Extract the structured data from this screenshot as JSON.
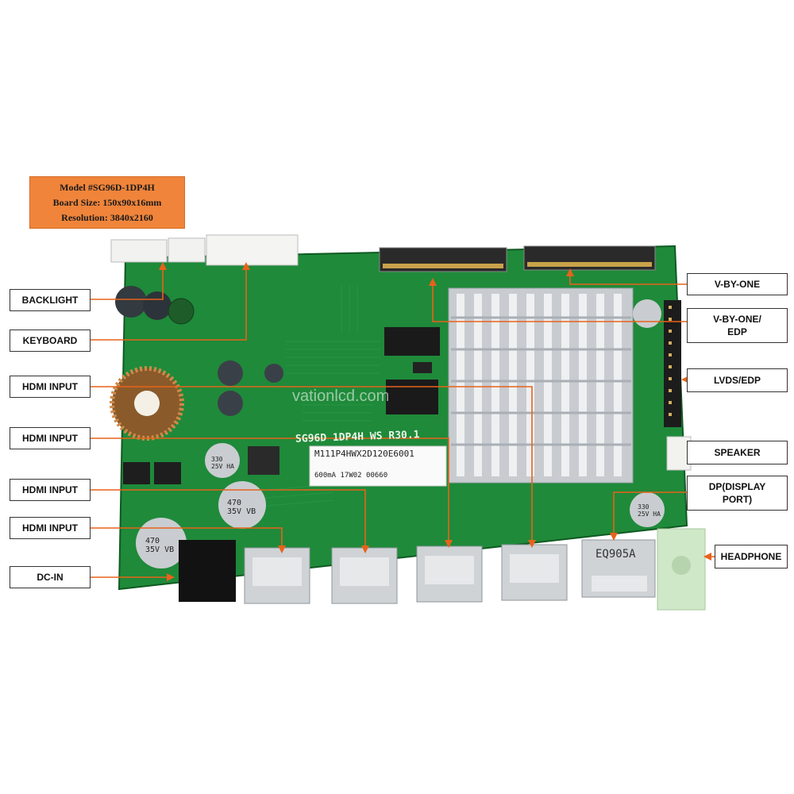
{
  "info_box": {
    "model": "Model #SG96D-1DP4H",
    "board_size": "Board Size: 150x90x16mm",
    "resolution": "Resolution: 3840x2160"
  },
  "labels": {
    "backlight": "BACKLIGHT",
    "keyboard": "KEYBOARD",
    "hdmi_1": "HDMI INPUT",
    "hdmi_2": "HDMI INPUT",
    "hdmi_3": "HDMI INPUT",
    "hdmi_4": "HDMI INPUT",
    "dc_in": "DC-IN",
    "v_by_one": "V-BY-ONE",
    "v_by_one_edp_line1": "V-BY-ONE/",
    "v_by_one_edp_line2": "EDP",
    "lvds_edp": "LVDS/EDP",
    "speaker": "SPEAKER",
    "dp_line1": "DP(DISPLAY",
    "dp_line2": "PORT)",
    "headphone": "HEADPHONE"
  },
  "board_text": {
    "silkscreen": "SG96D 1DP4H WS R30.1",
    "sticker_1": "M111P4HWX2D120E6001",
    "sticker_2": "600mA 17W02 00660",
    "watermark": "vationlcd.com",
    "dp_chip": "EQ905A",
    "cap_1": "470 35V VB",
    "cap_2": "470 35V VB",
    "cap_3": "330 25V HA",
    "cap_4": "330 25V HA"
  },
  "colors": {
    "pcb": "#1f8a3a",
    "pcb_dark": "#14692a",
    "callout": "#e8621a",
    "label_box": "#f0843a"
  }
}
